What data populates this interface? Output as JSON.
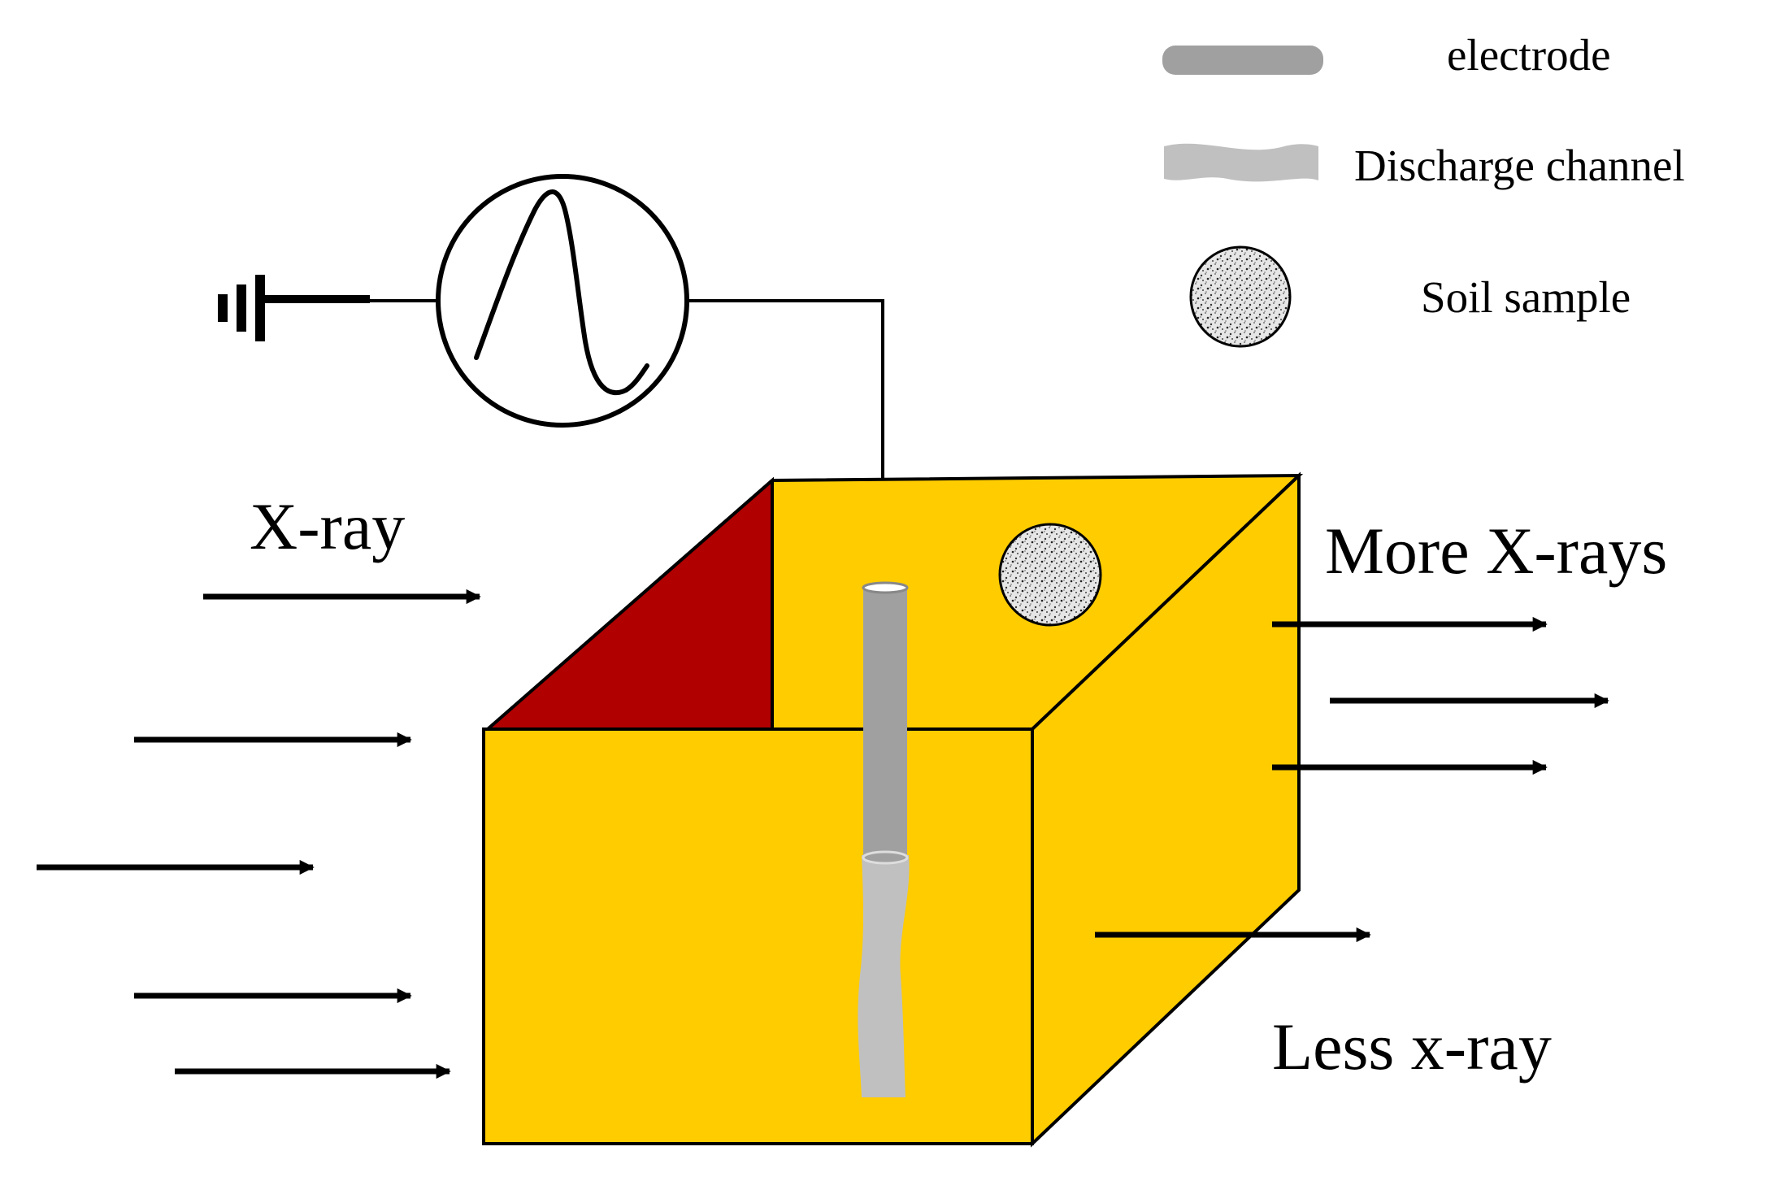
{
  "legend": {
    "electrode": "electrode",
    "discharge_channel": "Discharge channel",
    "soil_sample": "Soil sample"
  },
  "labels": {
    "xray_in": "X-ray",
    "more_xrays": "More X-rays",
    "less_xray": "Less x-ray"
  },
  "colors": {
    "box_yellow": "#FFCC00",
    "box_inner_red": "#B00000",
    "electrode_gray": "#A0A0A0",
    "channel_gray": "#C0C0C0",
    "soil_gray": "#E0E0E0",
    "line": "#000000"
  },
  "icons": {
    "ground": "ground-symbol-icon",
    "source": "pulse-source-icon"
  }
}
